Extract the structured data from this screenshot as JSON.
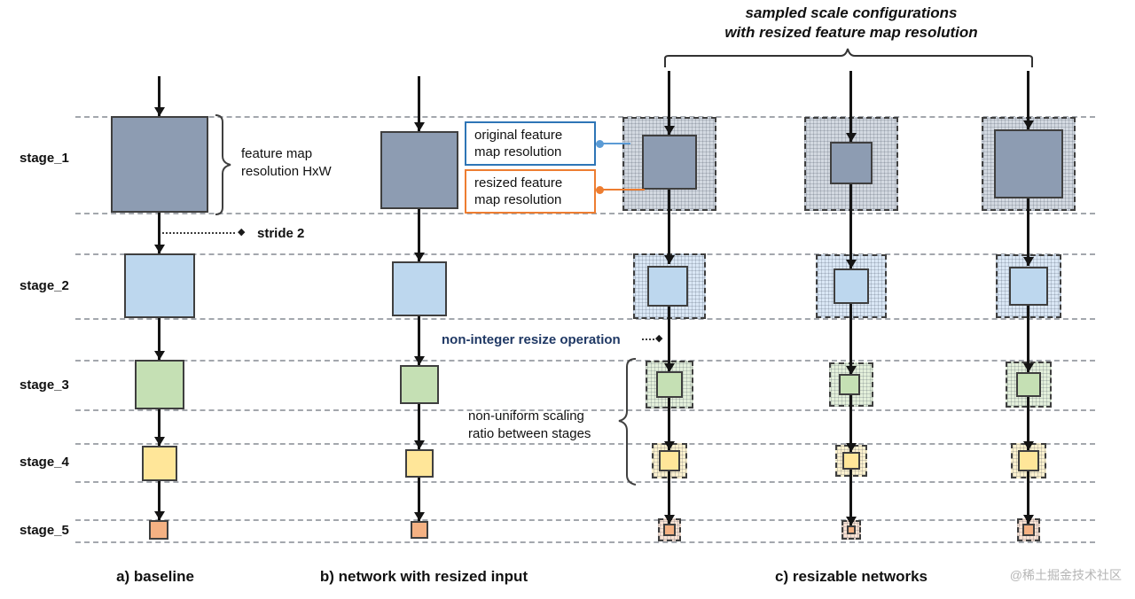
{
  "title": {
    "line1": "sampled scale configurations",
    "line2": "with resized feature map resolution"
  },
  "stage_labels": [
    "stage_1",
    "stage_2",
    "stage_3",
    "stage_4",
    "stage_5"
  ],
  "annotations": {
    "feature_map_line1": "feature map",
    "feature_map_line2": "resolution HxW",
    "stride": "stride 2",
    "diamond": "◆",
    "non_integer_resize": "non-integer  resize operation",
    "non_uniform_line1": "non-uniform scaling",
    "non_uniform_line2": "ratio between stages"
  },
  "legend": {
    "original_line1": "original feature",
    "original_line2": "map resolution",
    "resized_line1": "resized feature",
    "resized_line2": "map resolution"
  },
  "captions": {
    "a": "a) baseline",
    "b": "b) network with resized input",
    "c": "c) resizable networks"
  },
  "watermark": "@稀土掘金技术社区",
  "colors": {
    "stage1_fill": "#8d9cb2",
    "stage2_fill": "#bdd7ee",
    "stage3_fill": "#c5e0b4",
    "stage4_fill": "#ffe699",
    "stage5_fill": "#f4b183",
    "legend_original_border": "#2e75b6",
    "legend_resized_border": "#ed7d31",
    "non_integer_text": "#1f3864"
  }
}
